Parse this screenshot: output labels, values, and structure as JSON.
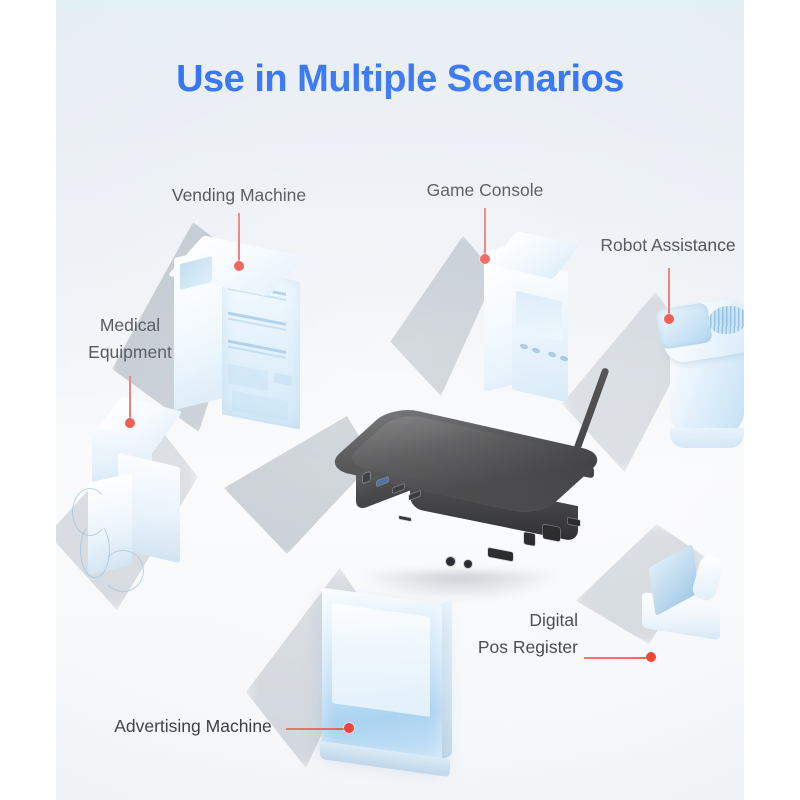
{
  "title": "Use in Multiple Scenarios",
  "theme": {
    "title_color": "#2c6ef2",
    "label_color": "#3b4045",
    "leader_color": "#ef4136",
    "panel_background": "#e9eef4",
    "device_color": "#1a1a1c",
    "prop_color": "#cde5f6"
  },
  "callouts": [
    {
      "id": "vending-machine",
      "label": "Vending Machine",
      "lines": 1,
      "align": "center"
    },
    {
      "id": "game-console",
      "label": "Game Console",
      "lines": 1,
      "align": "center"
    },
    {
      "id": "robot-assistance",
      "label": "Robot Assistance",
      "lines": 1,
      "align": "center"
    },
    {
      "id": "medical-equipment",
      "label": "Medical\nEquipment",
      "lines": 2,
      "align": "center"
    },
    {
      "id": "digital-pos-register",
      "label": "Digital\nPos Register",
      "lines": 2,
      "align": "right"
    },
    {
      "id": "advertising-machine",
      "label": "Advertising Machine",
      "lines": 1,
      "align": "center"
    }
  ],
  "device": {
    "name": "tv-box",
    "description": "Android TV box",
    "ports": [
      "headphone-jack",
      "av-jack",
      "hdmi-port",
      "optical-audio-port",
      "ethernet-port",
      "usb-port",
      "usb3-port",
      "sd-card-slot",
      "power-port"
    ],
    "antenna": "wifi-antenna"
  }
}
